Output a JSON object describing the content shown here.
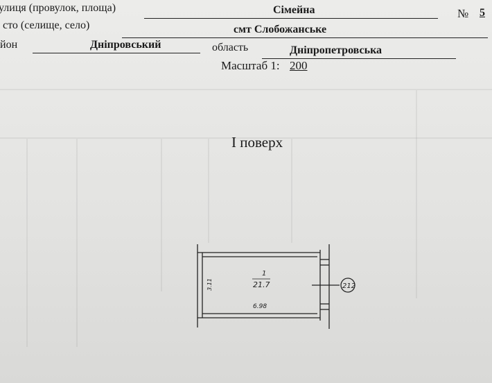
{
  "header": {
    "street_label": "улиця (провулок, площа)",
    "street_value": "Сімейна",
    "number_label": "№",
    "number_value": "5",
    "town_label": "сто (селище, село)",
    "town_value": "смт Слобожанське",
    "district_label": "йон",
    "district_value": "Дніпровський",
    "region_label": "область",
    "region_value": "Дніпропетровська",
    "scale_label": "Масштаб 1:",
    "scale_value": "200"
  },
  "floor_title": "І поверх",
  "plan": {
    "room_number": "1",
    "area": "21.7",
    "length": "6.98",
    "width": "3.11",
    "callout": "212"
  }
}
